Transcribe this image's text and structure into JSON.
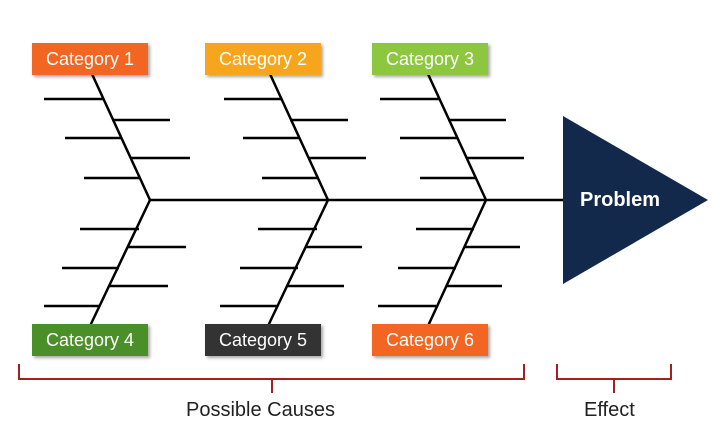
{
  "categories": [
    {
      "label": "Category 1",
      "color": "#f26522"
    },
    {
      "label": "Category 2",
      "color": "#f7a51c"
    },
    {
      "label": "Category 3",
      "color": "#8dc63f"
    },
    {
      "label": "Category 4",
      "color": "#4a8f28"
    },
    {
      "label": "Category 5",
      "color": "#333333"
    },
    {
      "label": "Category 6",
      "color": "#f26522"
    }
  ],
  "effect": {
    "label": "Problem",
    "color": "#13294b"
  },
  "labels": {
    "causes": "Possible Causes",
    "effect": "Effect"
  },
  "colors": {
    "spine": "#000000",
    "bracket": "#a32020"
  }
}
